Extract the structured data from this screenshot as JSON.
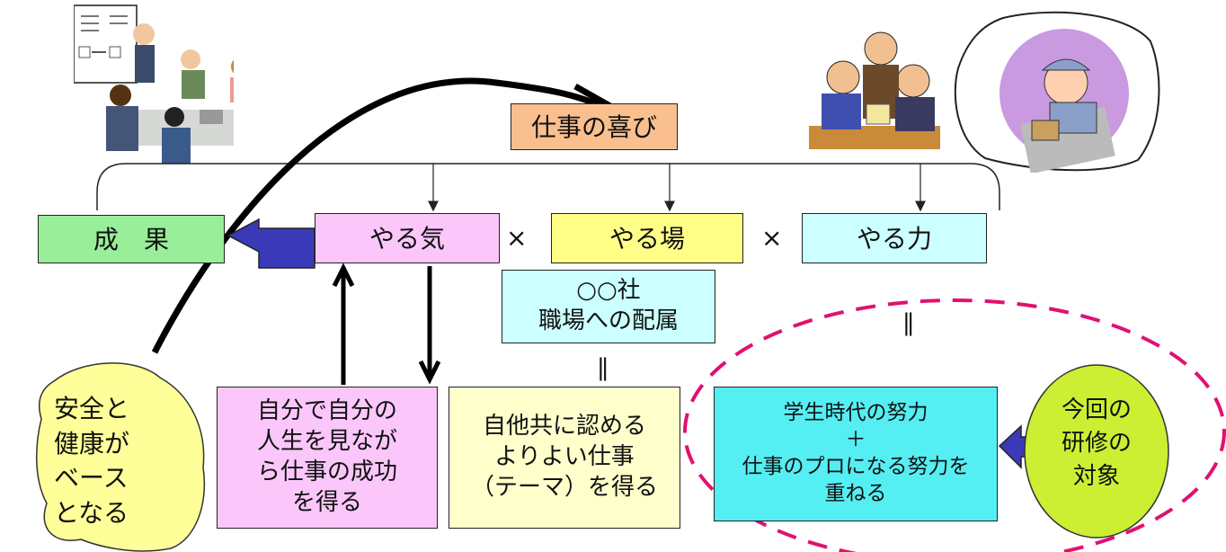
{
  "top": {
    "joy": "仕事の喜び"
  },
  "row1": {
    "result": "成　果",
    "motivation": "やる気",
    "place": "やる場",
    "ability": "やる力",
    "times1": "×",
    "times2": "×"
  },
  "company_box": "○○社\n職場への配属",
  "equals_middle": "||",
  "equals_right": "||",
  "blob": "安全と\n健康が\nベース\nとなる",
  "bottom": {
    "self": "自分で自分の\n人生を見なが\nら仕事の成功\nを得る",
    "mutual": "自他共に認める\nよりよい仕事\n（テーマ）を得る",
    "effort": "学生時代の努力\n＋\n仕事のプロになる努力を\n重ねる",
    "target": "今回の\n研修の\n対象"
  },
  "colors": {
    "joy": "#f9bf8f",
    "result": "#99ee99",
    "motivation": "#fbc7fb",
    "place": "#ffff88",
    "ability": "#ccffff",
    "company": "#ccffff",
    "blob": "#ffff99",
    "self": "#fbc7fb",
    "mutual": "#ffffcc",
    "effort": "#55eef2",
    "target": "#ccee33",
    "arrow_blue": "#3333bb",
    "dashed": "#e01170"
  }
}
